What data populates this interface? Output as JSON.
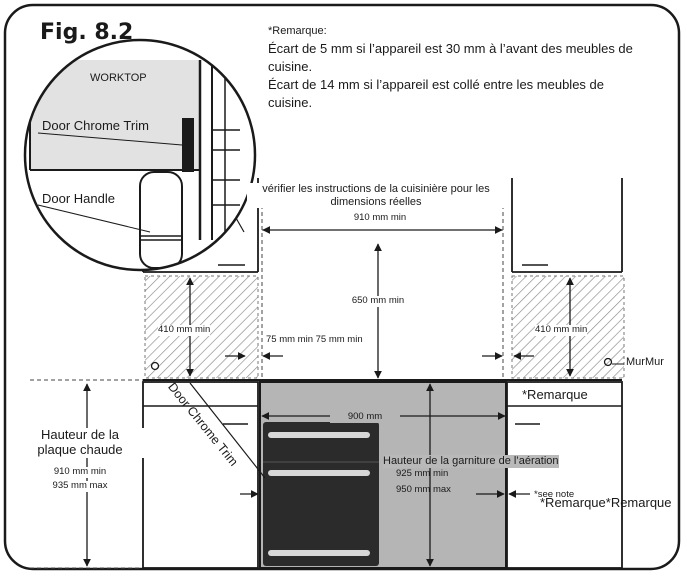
{
  "figure_label": "Fig. 8.2",
  "note": {
    "heading": "*Remarque:",
    "line1": "Écart de 5 mm si l’appareil est 30 mm à l’avant des meubles de cuisine.",
    "line2": "Écart de 14 mm si l’appareil est collé entre les meubles de cuisine."
  },
  "inset": {
    "worktop": "WORKTOP",
    "chrome_trim": "Door Chrome Trim",
    "handle": "Door Handle"
  },
  "check_instructions": "vérifier les instructions de la cuisinière pour les dimensions réelles",
  "dimensions": {
    "width_910": "910 mm min",
    "height_650": "650 mm min",
    "side_410_left": "410 mm min",
    "side_410_right": "410 mm min",
    "clearance_75": "75 mm min 75 mm min",
    "width_900": "900 mm",
    "height_925": "925 mm min",
    "height_950": "950 mm max",
    "hob_910": "910 mm min",
    "hob_935": "935 mm max"
  },
  "labels": {
    "wall": "MurMur",
    "remark_top": "*Remarque",
    "remark_right": "*Remarque*Remarque",
    "see_note": "*see note",
    "chrome_trim_diag": "Door Chrome Trim",
    "vent_height": "Hauteur de la garniture de l’aération",
    "hob_height_1": "Hauteur de la",
    "hob_height_2": "plaque chaude"
  },
  "colors": {
    "line": "#1a1a1a",
    "appliance_panel": "#b5b5b5",
    "appliance_door": "#2b2b2b",
    "inset_fill": "#e2e2e2",
    "label_highlight": "#b9b9b9"
  }
}
